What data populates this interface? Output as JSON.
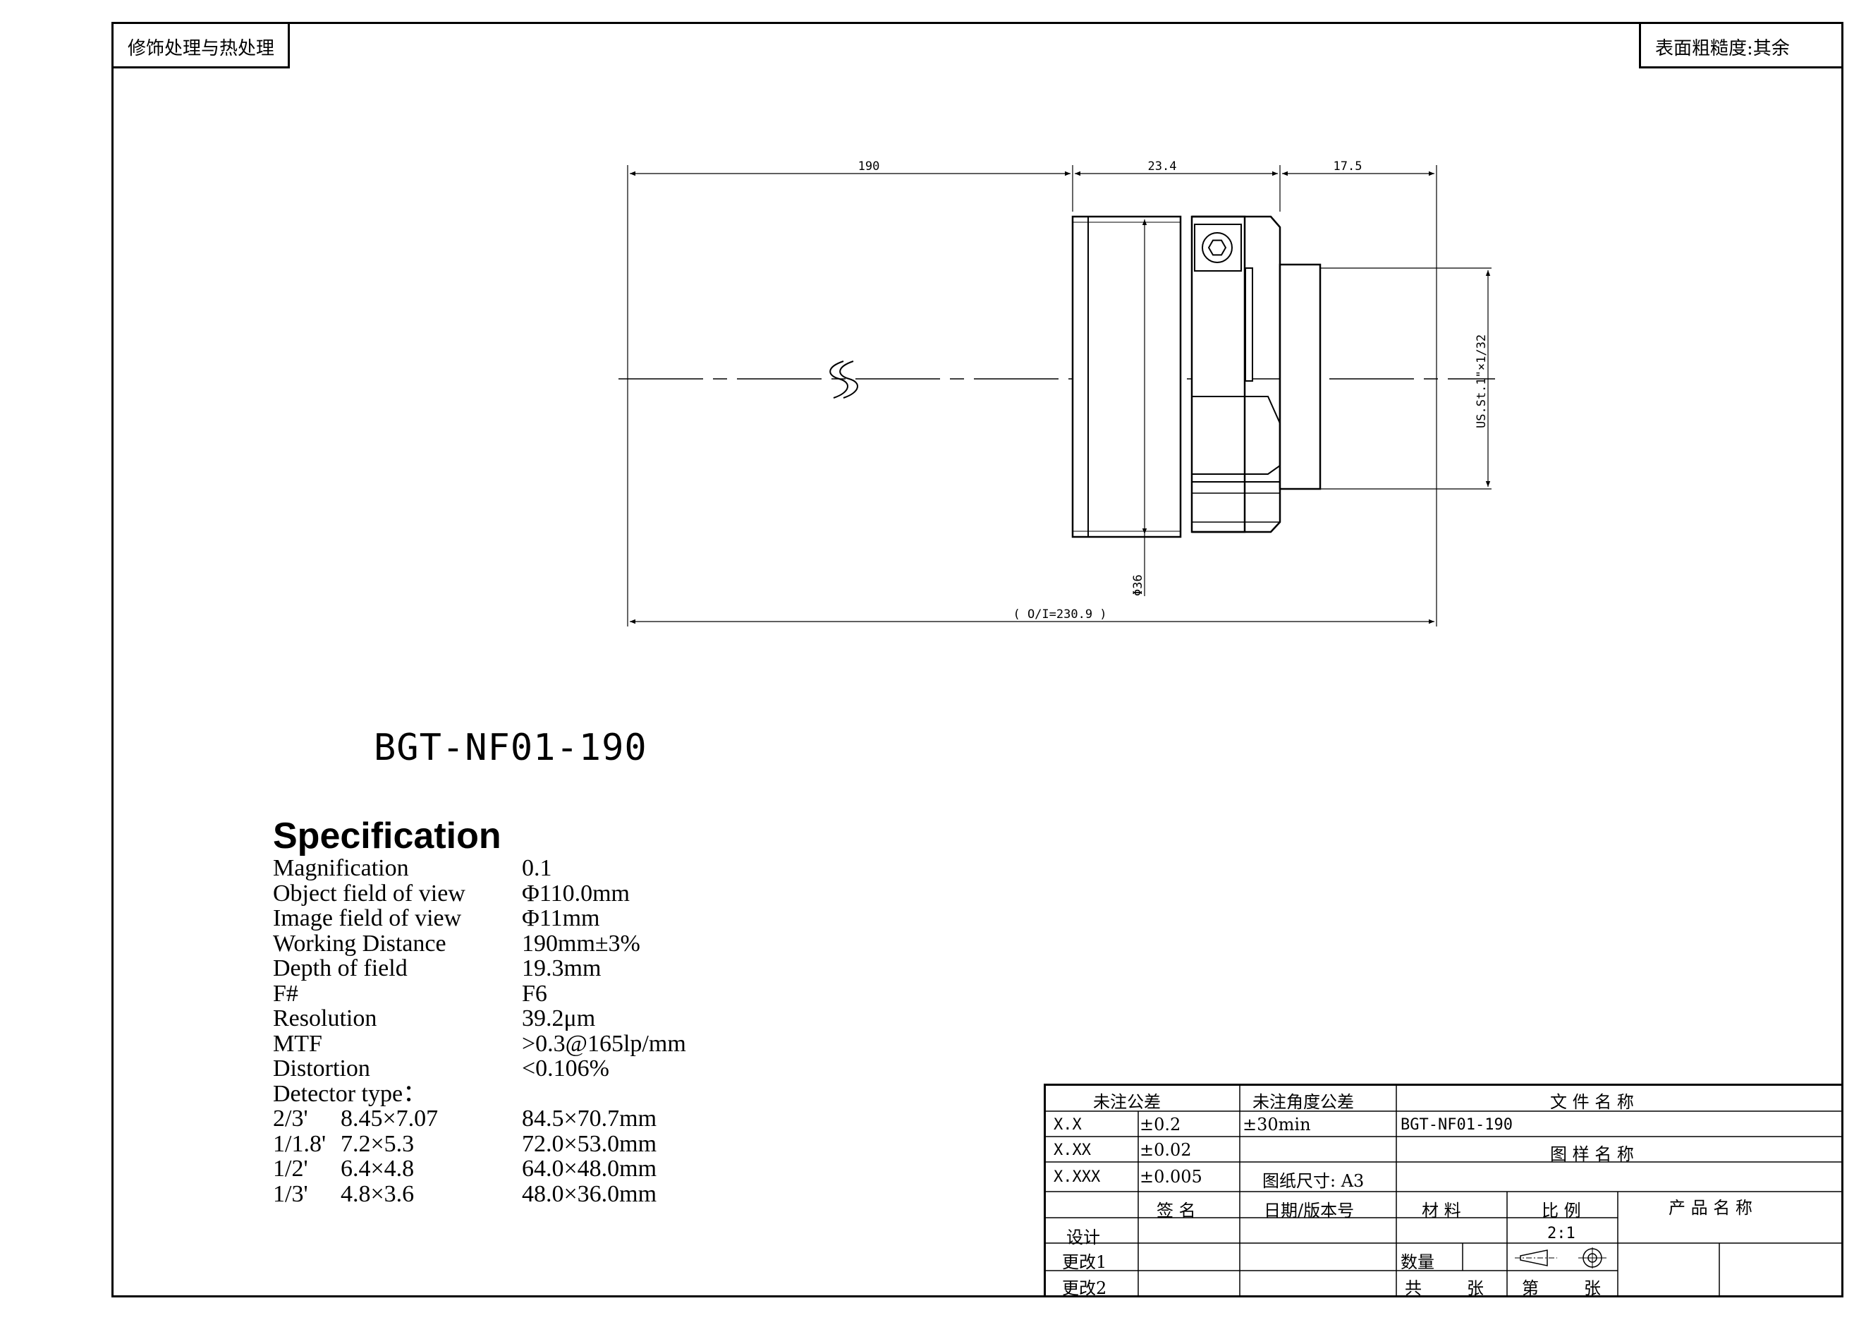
{
  "corner_labels": {
    "top_left": "修饰处理与热处理",
    "top_right": "表面粗糙度:其余"
  },
  "dimensions": {
    "working_distance": "190",
    "body_length": "23.4",
    "mount_length": "17.5",
    "overall": "( O/I=230.9 )",
    "diameter": "Φ36",
    "thread": "US.St.1\"×1/32"
  },
  "model_name": "BGT-NF01-190",
  "spec": {
    "title": "Specification",
    "rows": [
      {
        "label": "Magnification",
        "value": "0.1"
      },
      {
        "label": "Object field of view",
        "value": "Φ110.0mm"
      },
      {
        "label": "Image field of view",
        "value": "Φ11mm"
      },
      {
        "label": "Working Distance",
        "value": "190mm±3%"
      },
      {
        "label": "Depth of field",
        "value": "19.3mm"
      },
      {
        "label": "F#",
        "value": "F6"
      },
      {
        "label": "Resolution",
        "value": "39.2μm"
      },
      {
        "label": "MTF",
        "value": ">0.3@165lp/mm"
      },
      {
        "label": "Distortion",
        "value": "<0.106%"
      },
      {
        "label": "Detector type：",
        "value": ""
      }
    ],
    "detectors": [
      {
        "format": "2/3'",
        "size": "8.45×7.07",
        "field": "84.5×70.7mm"
      },
      {
        "format": "1/1.8'",
        "size": "7.2×5.3",
        "field": "72.0×53.0mm"
      },
      {
        "format": "1/2'",
        "size": "6.4×4.8",
        "field": "64.0×48.0mm"
      },
      {
        "format": "1/3'",
        "size": "4.8×3.6",
        "field": "48.0×36.0mm"
      }
    ]
  },
  "title_block": {
    "tol_header": "未注公差",
    "angle_header": "未注角度公差",
    "file_header": "文 件 名 称",
    "xx_label": "X.X",
    "xx_value": "±0.2",
    "angle_value": "±30min",
    "file_name": "BGT-NF01-190",
    "xxx_label": "X.XX",
    "xxx_value": "±0.02",
    "drawing_name_header": "图 样 名 称",
    "xxxx_label": "X.XXX",
    "xxxx_value": "±0.005",
    "paper_size": "图纸尺寸: A3",
    "sign_header": "签 名",
    "date_header": "日期/版本号",
    "material_header": "材 料",
    "scale_header": "比 例",
    "product_header": "产 品 名 称",
    "design_label": "设计",
    "scale_value": "2:1",
    "rev1_label": "更改1",
    "qty_label": "数量",
    "rev2_label": "更改2",
    "total_label": "共",
    "sheet_unit": "张",
    "page_label": "第",
    "page_unit": "张"
  }
}
